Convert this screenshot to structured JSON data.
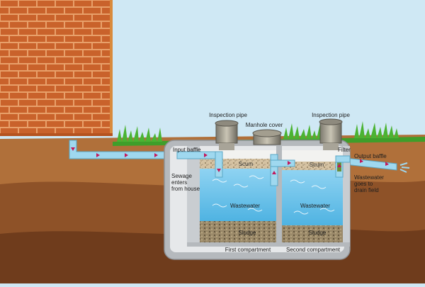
{
  "labels": {
    "inspection_pipe_left": "Inspection pipe",
    "inspection_pipe_right": "Inspection pipe",
    "manhole_cover": "Manhole cover",
    "input_baffle": "Input baffle",
    "filter": "Filter",
    "output_baffle": "Output baffle",
    "scum_left": "Scum",
    "scum_right": "Scum",
    "wastewater_left": "Wastewater",
    "wastewater_right": "Wastewater",
    "sludge_left": "Sludge",
    "sludge_right": "Sludge",
    "sewage_line1": "Sewage",
    "sewage_line2": "enters",
    "sewage_line3": "from house",
    "drain_line1": "Wastewater",
    "drain_line2": "goes to",
    "drain_line3": "drain field",
    "first_compartment": "First compartment",
    "second_compartment": "Second compartment"
  },
  "colors": {
    "sky": "#cfe8f4",
    "brick": "#c9622b",
    "mortar": "#e8a06a",
    "grass": "#3f9e2a",
    "soil_top": "#b0703a",
    "soil_mid": "#8e5228",
    "soil_deep": "#6f3c1c",
    "tank_shell": "#b5b9bd",
    "tank_inner": "#e6e8ea",
    "water": "#6fc4ec",
    "scum": "#d8c2a0",
    "sludge": "#8a7a5e",
    "pipe": "#9fd8ef",
    "arrow": "#c2185b"
  }
}
